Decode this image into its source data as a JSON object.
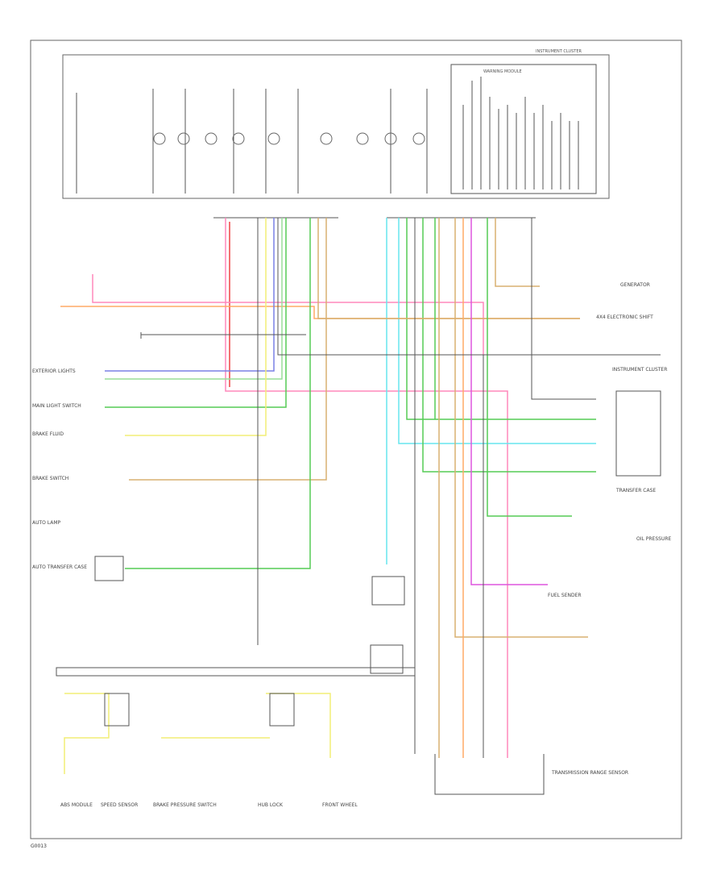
{
  "header": {
    "cluster_title": "INSTRUMENT CLUSTER",
    "warning_module": "WARNING MODULE"
  },
  "left_labels": [
    "EXTERIOR LIGHTS",
    "MAIN LIGHT SWITCH",
    "BRAKE FLUID",
    "BRAKE SWITCH",
    "AUTO LAMP",
    "AUTO TRANSFER CASE"
  ],
  "right_labels": [
    "GENERATOR",
    "4X4 ELECTRONIC SHIFT",
    "INSTRUMENT CLUSTER",
    "TRANSFER CASE",
    "OIL PRESSURE",
    "FUEL SENDER",
    "TRANSMISSION RANGE SENSOR"
  ],
  "bottom_labels": [
    "ABS MODULE",
    "SPEED SENSOR",
    "BRAKE PRESSURE SWITCH",
    "HUB LOCK",
    "FRONT WHEEL"
  ],
  "footer": {
    "code": "G0013"
  },
  "colors": {
    "pink": "#ff88bb",
    "orange": "#ffaa66",
    "tan": "#d8b070",
    "yellow": "#f2ee77",
    "green": "#55cc55",
    "cyan": "#66e6ee",
    "blue": "#7a80e6",
    "red": "#ee4444",
    "magenta": "#dd55dd",
    "lightgreen": "#99dd99",
    "gray": "#555555"
  }
}
